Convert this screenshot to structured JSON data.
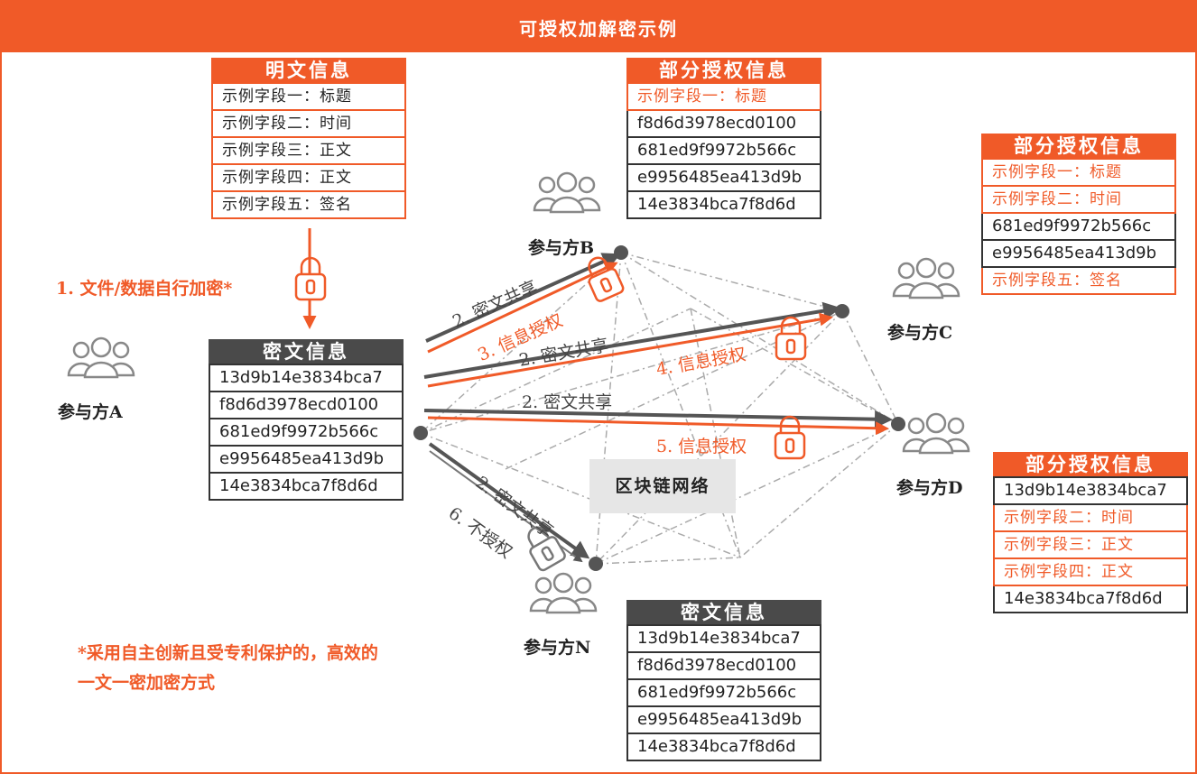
{
  "title": "可授权加解密示例",
  "plain": {
    "header": "明文信息",
    "rows": [
      "示例字段一：标题",
      "示例字段二：时间",
      "示例字段三：正文",
      "示例字段四：正文",
      "示例字段五：签名"
    ]
  },
  "cipher_a": {
    "header": "密文信息",
    "rows": [
      "13d9b14e3834bca7",
      "f8d6d3978ecd0100",
      "681ed9f9972b566c",
      "e9956485ea413d9b",
      "14e3834bca7f8d6d"
    ]
  },
  "cipher_n": {
    "header": "密文信息",
    "rows": [
      "13d9b14e3834bca7",
      "f8d6d3978ecd0100",
      "681ed9f9972b566c",
      "e9956485ea413d9b",
      "14e3834bca7f8d6d"
    ]
  },
  "partial_b": {
    "header": "部分授权信息",
    "rows": [
      "示例字段一：标题",
      "f8d6d3978ecd0100",
      "681ed9f9972b566c",
      "e9956485ea413d9b",
      "14e3834bca7f8d6d"
    ]
  },
  "partial_c": {
    "header": "部分授权信息",
    "rows": [
      "示例字段一：标题",
      "示例字段二：时间",
      "681ed9f9972b566c",
      "e9956485ea413d9b",
      "示例字段五：签名"
    ]
  },
  "partial_d": {
    "header": "部分授权信息",
    "rows": [
      "13d9b14e3834bca7",
      "示例字段二：时间",
      "示例字段三：正文",
      "示例字段四：正文",
      "14e3834bca7f8d6d"
    ]
  },
  "parties": {
    "a": "参与方A",
    "b": "参与方B",
    "c": "参与方C",
    "d": "参与方D",
    "n": "参与方N"
  },
  "steps": {
    "s1": "1. 文件/数据自行加密*",
    "s2_b": "2. 密文共享",
    "s3": "3. 信息授权",
    "s2_c": "2. 密文共享",
    "s4": "4. 信息授权",
    "s2_d": "2. 密文共享",
    "s5": "5. 信息授权",
    "s2_n": "2. 密文共享",
    "s6": "6. 不授权"
  },
  "network_label": "区块链网络",
  "footnote": "*采用自主创新且受专利保护的，高效的一文一密加密方式",
  "colors": {
    "accent": "#f05a28",
    "dark": "#4a4a4a",
    "chain_bg": "#e6e6e6"
  }
}
